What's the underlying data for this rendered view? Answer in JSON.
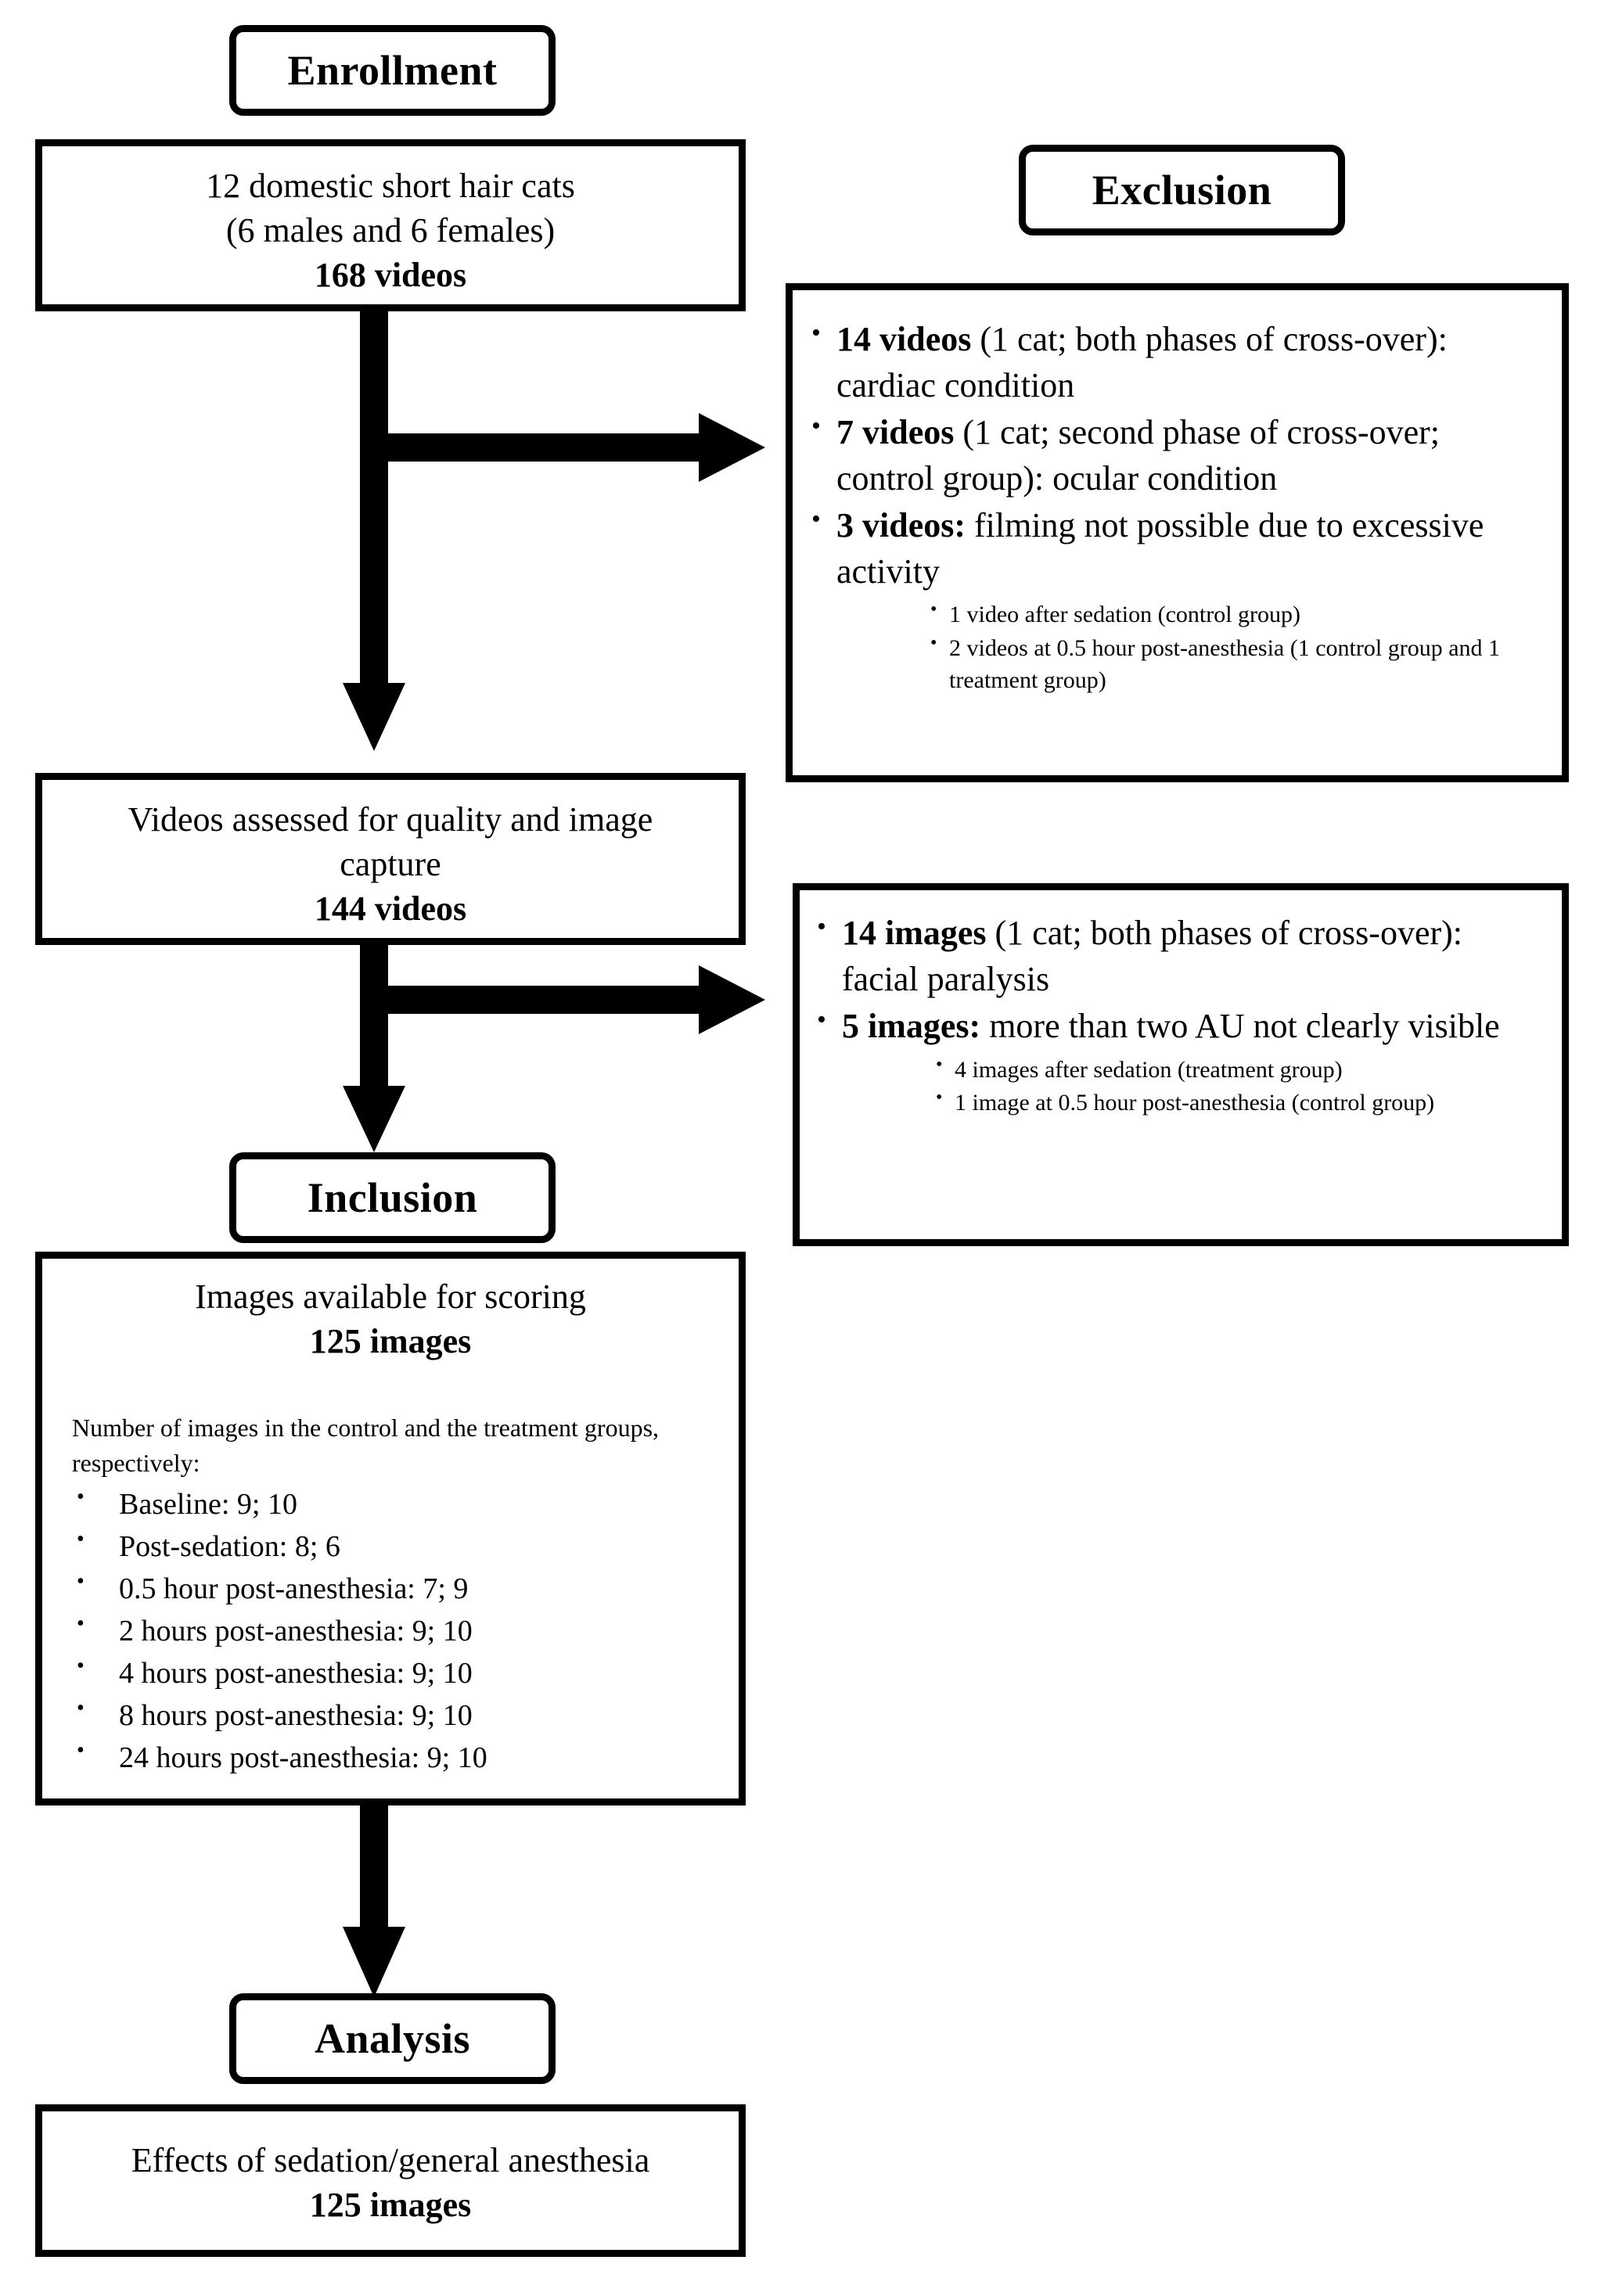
{
  "figure": {
    "type": "flow-diagram",
    "title_shown": false
  },
  "stages": {
    "enrollment": "Enrollment",
    "exclusion": "Exclusion",
    "inclusion": "Inclusion",
    "analysis": "Analysis"
  },
  "enrollment_box": {
    "lines": [
      {
        "text": "12 domestic short hair cats",
        "bold": false
      },
      {
        "text": "(6 males and 6 females)",
        "bold": false
      },
      {
        "text": "168 videos",
        "bold": true
      }
    ]
  },
  "assessed_box": {
    "lines": [
      {
        "text": "Videos assessed for quality and image",
        "bold": false
      },
      {
        "text": "capture",
        "bold": false
      },
      {
        "text": "144 videos",
        "bold": true
      }
    ]
  },
  "exclusion_videos_box": {
    "bullets": [
      {
        "lead": "14 videos",
        "rest": " (1 cat; both phases of cross-over): cardiac condition",
        "sub": []
      },
      {
        "lead": "7 videos",
        "rest": " (1 cat; second phase of cross-over; control group): ocular condition",
        "sub": []
      },
      {
        "lead": "3 videos:",
        "rest": " filming not possible due to excessive activity",
        "sub": [
          "1 video after sedation (control group)",
          "2 videos at 0.5 hour post-anesthesia (1 control group and 1 treatment group)"
        ]
      }
    ]
  },
  "exclusion_images_box": {
    "bullets": [
      {
        "lead": "14 images",
        "rest": " (1 cat; both phases of cross-over): facial paralysis",
        "sub": []
      },
      {
        "lead": "5 images:",
        "rest": " more than two AU not clearly visible",
        "sub": [
          "4 images after sedation (treatment group)",
          "1 image at 0.5 hour post-anesthesia (control group)"
        ]
      }
    ]
  },
  "inclusion_box": {
    "lines": [
      {
        "text": "Images available for scoring",
        "bold": false
      },
      {
        "text": "125 images",
        "bold": true
      }
    ],
    "detail_intro": "Number of images in the control and the treatment groups, respectively:",
    "detail_items": [
      "Baseline: 9; 10",
      "Post-sedation: 8; 6",
      "0.5 hour post-anesthesia: 7; 9",
      "2 hours post-anesthesia: 9; 10",
      "4 hours post-anesthesia: 9; 10",
      "8 hours post-anesthesia: 9; 10",
      "24 hours post-anesthesia: 9; 10"
    ]
  },
  "analysis_box": {
    "lines": [
      {
        "text": "Effects of sedation/general anesthesia",
        "bold": false
      },
      {
        "text": "125 images",
        "bold": true
      }
    ]
  },
  "colors": {
    "stroke": "#000000",
    "background": "#ffffff"
  }
}
